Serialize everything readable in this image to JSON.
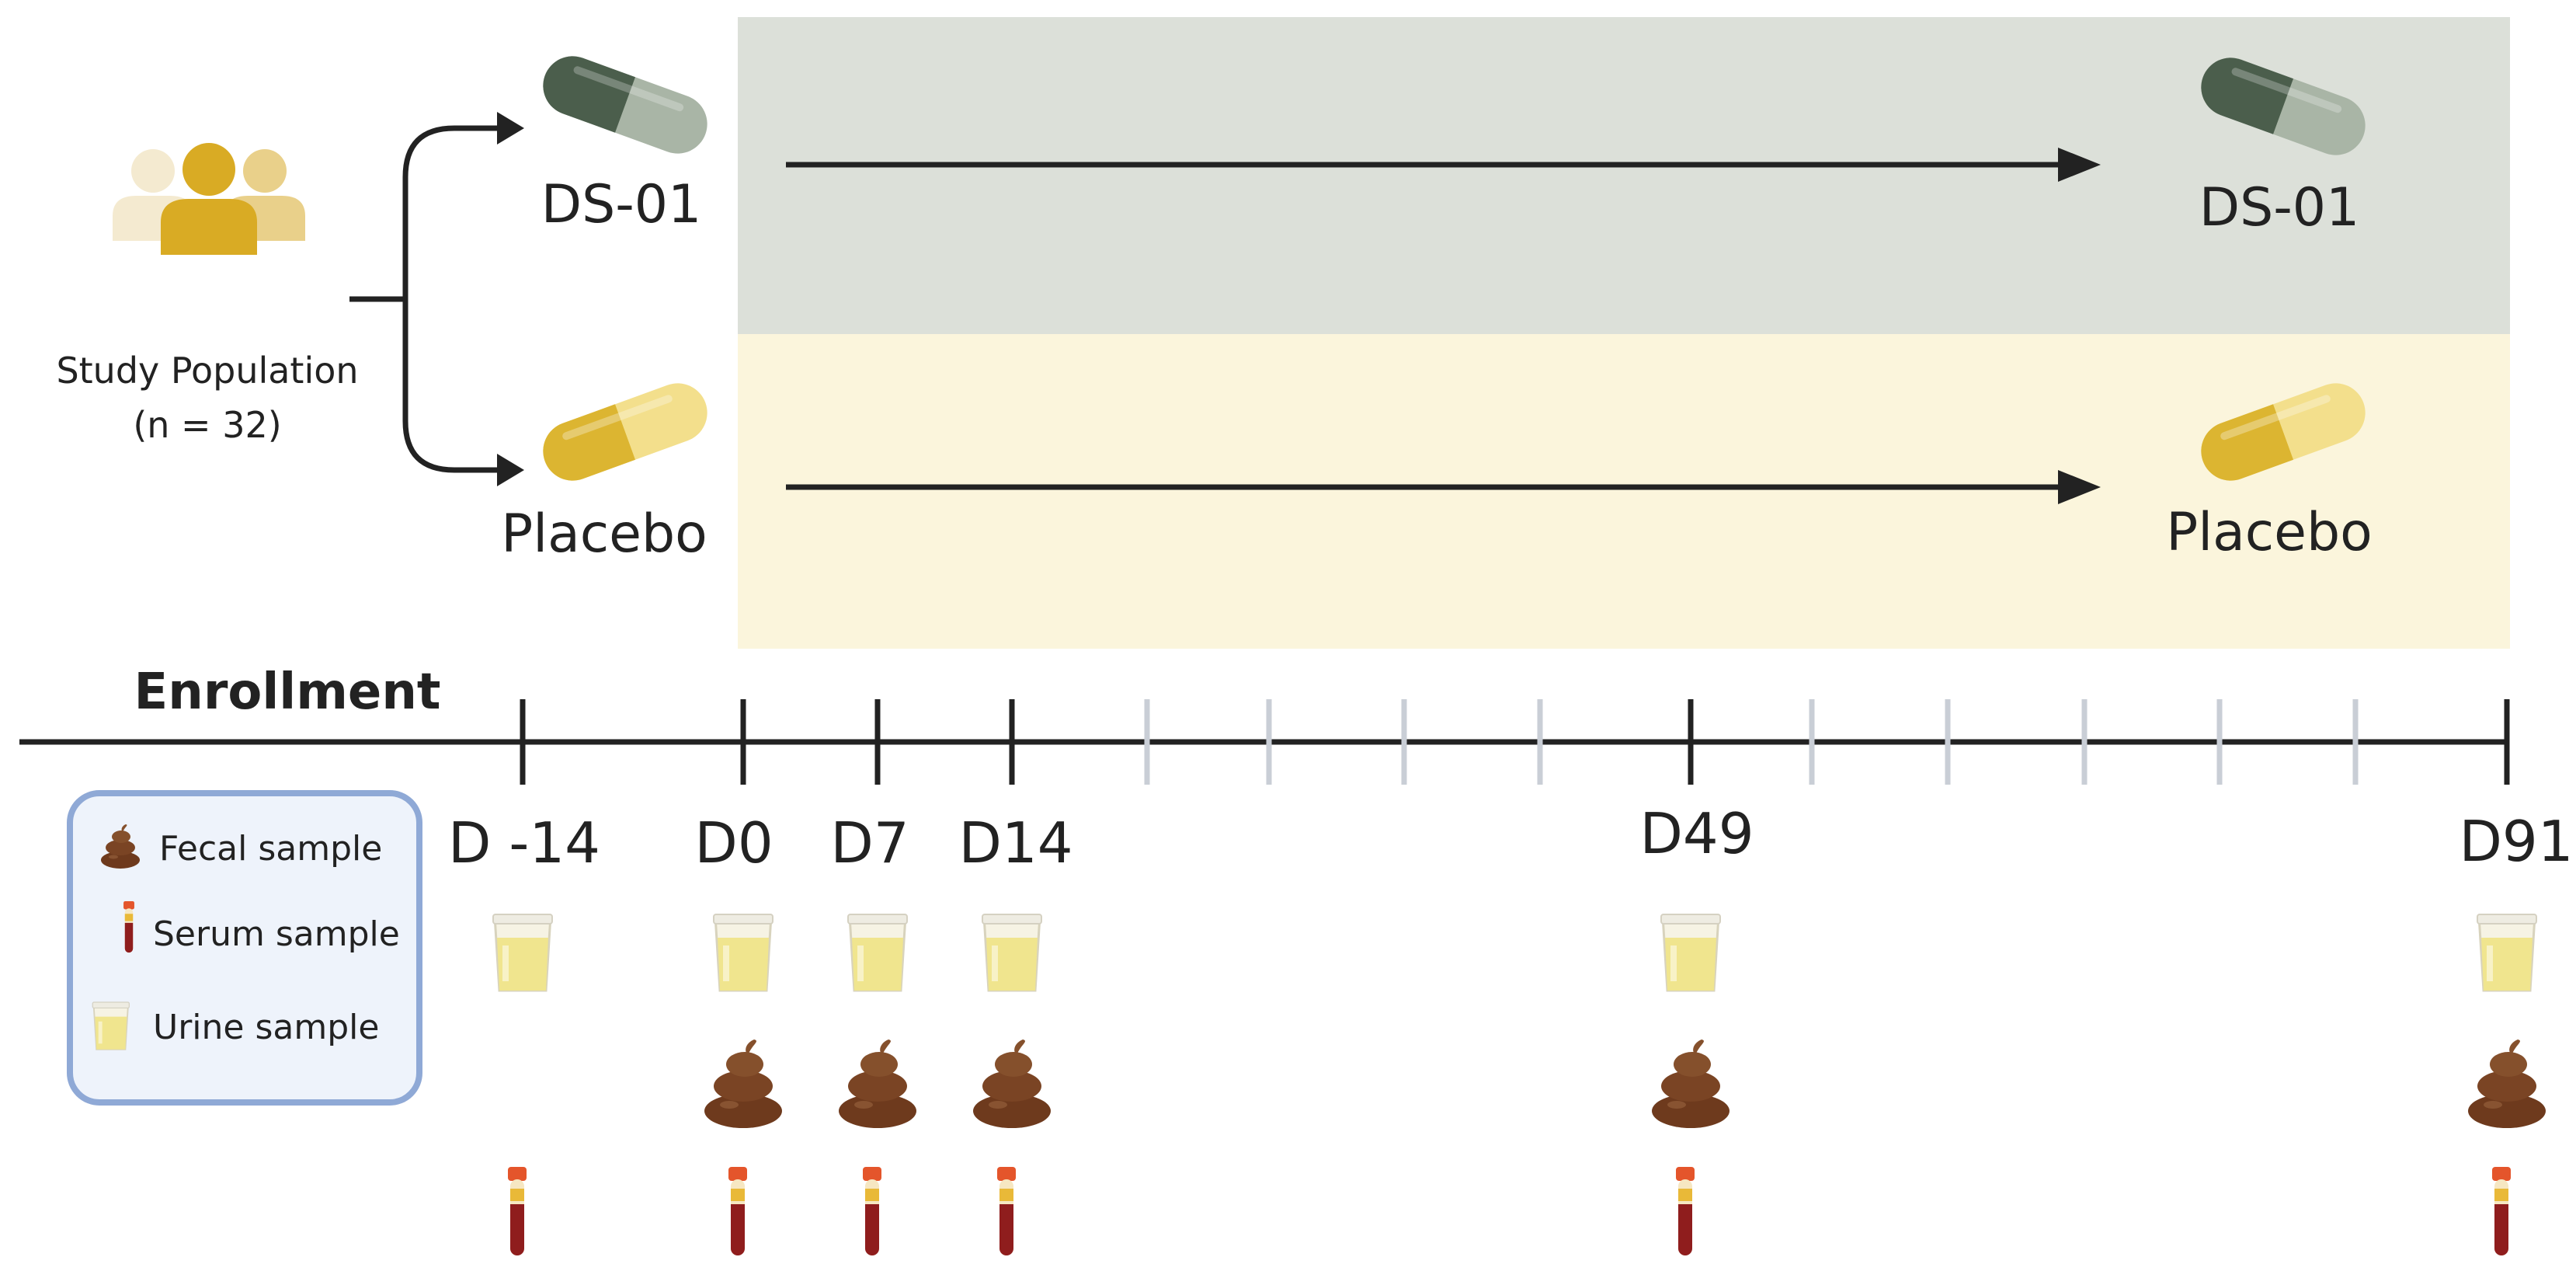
{
  "population": {
    "label_line1": "Study Population",
    "label_line2": "(n = 32)",
    "icon": "people-group-icon"
  },
  "arms": [
    {
      "label_start": "DS-01",
      "label_end": "DS-01",
      "pill_color": "#5f7360",
      "band_color": "#dce0d9",
      "icon": "capsule-icon"
    },
    {
      "label_start": "Placebo",
      "label_end": "Placebo",
      "pill_color": "#e4be3e",
      "band_color": "#fbf5dc",
      "icon": "capsule-icon"
    }
  ],
  "timeline": {
    "enrollment_label": "Enrollment",
    "visits": [
      {
        "label": "D -14",
        "urine": true,
        "fecal": false,
        "serum": true
      },
      {
        "label": "D0",
        "urine": true,
        "fecal": true,
        "serum": true
      },
      {
        "label": "D7",
        "urine": true,
        "fecal": true,
        "serum": true
      },
      {
        "label": "D14",
        "urine": true,
        "fecal": true,
        "serum": true
      },
      {
        "label": "D49",
        "urine": true,
        "fecal": true,
        "serum": true
      },
      {
        "label": "D91",
        "urine": true,
        "fecal": true,
        "serum": true
      }
    ]
  },
  "legend": {
    "items": [
      {
        "label": "Fecal sample",
        "icon": "fecal-sample-icon"
      },
      {
        "label": "Serum sample",
        "icon": "serum-tube-icon"
      },
      {
        "label": "Urine sample",
        "icon": "urine-cup-icon"
      }
    ],
    "border_color": "#8fa9d6",
    "fill_color": "#eef3fb"
  },
  "colors": {
    "line": "#222222",
    "minor_tick": "#c9ced6",
    "fecal": "#7a4424",
    "urine": "#f1e9a6",
    "serum_cap": "#e4552b",
    "serum_blood": "#8f1d1d"
  }
}
